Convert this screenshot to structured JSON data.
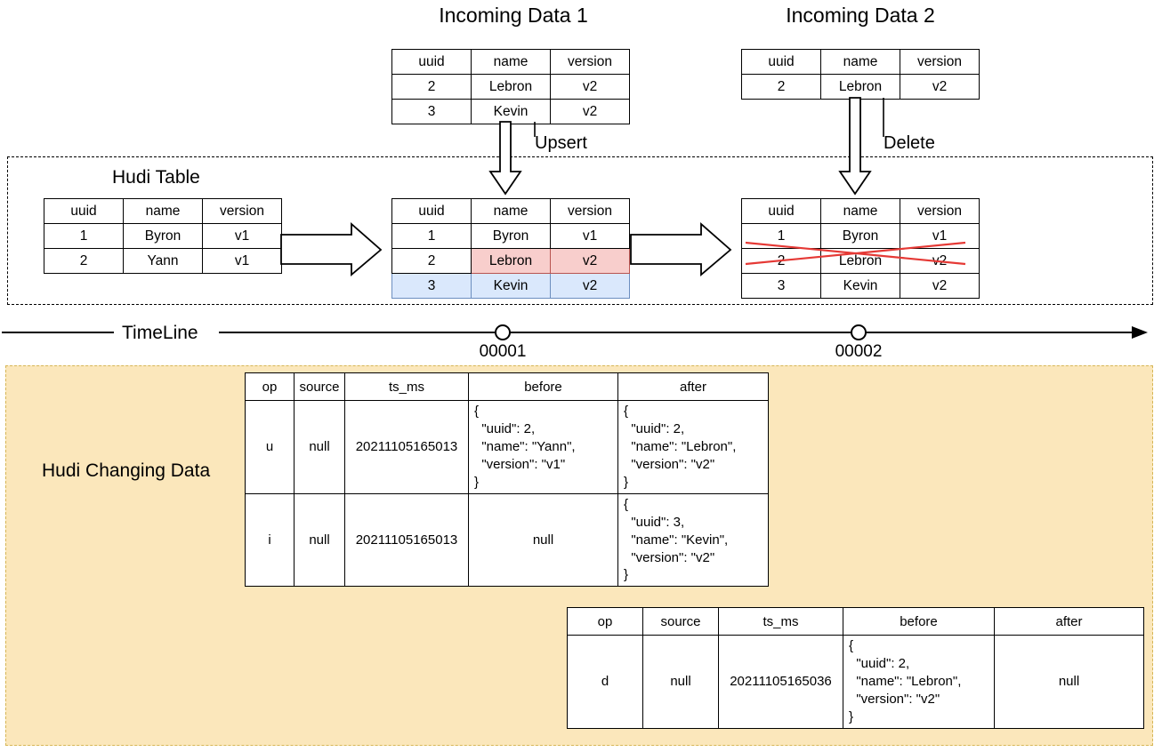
{
  "diagram": {
    "incoming1": {
      "title": "Incoming Data 1",
      "headers": [
        "uuid",
        "name",
        "version"
      ],
      "rows": [
        [
          "2",
          "Lebron",
          "v2"
        ],
        [
          "3",
          "Kevin",
          "v2"
        ]
      ],
      "action_label": "Upsert"
    },
    "incoming2": {
      "title": "Incoming Data 2",
      "headers": [
        "uuid",
        "name",
        "version"
      ],
      "rows": [
        [
          "2",
          "Lebron",
          "v2"
        ]
      ],
      "action_label": "Delete"
    },
    "hudi_table": {
      "title": "Hudi Table",
      "state_initial": {
        "headers": [
          "uuid",
          "name",
          "version"
        ],
        "rows": [
          [
            "1",
            "Byron",
            "v1"
          ],
          [
            "2",
            "Yann",
            "v1"
          ]
        ]
      },
      "state_after_upsert": {
        "headers": [
          "uuid",
          "name",
          "version"
        ],
        "rows": [
          [
            "1",
            "Byron",
            "v1"
          ],
          [
            "2",
            "Lebron",
            "v2"
          ],
          [
            "3",
            "Kevin",
            "v2"
          ]
        ],
        "row_highlight": [
          "none",
          "updated",
          "inserted"
        ]
      },
      "state_after_delete": {
        "headers": [
          "uuid",
          "name",
          "version"
        ],
        "rows": [
          [
            "1",
            "Byron",
            "v1"
          ],
          [
            "2",
            "Lebron",
            "v2"
          ],
          [
            "3",
            "Kevin",
            "v2"
          ]
        ],
        "row_struck": [
          "none",
          "deleted",
          "none"
        ]
      }
    },
    "timeline": {
      "label": "TimeLine",
      "markers": [
        "00001",
        "00002"
      ]
    },
    "changing_data": {
      "label": "Hudi Changing Data",
      "headers": [
        "op",
        "source",
        "ts_ms",
        "before",
        "after"
      ],
      "commit_00001_rows": [
        {
          "op": "u",
          "source": "null",
          "ts_ms": "20211105165013",
          "before": "{\n  \"uuid\": 2,\n  \"name\": \"Yann\",\n  \"version\": \"v1\"\n}",
          "after": "{\n  \"uuid\": 2,\n  \"name\": \"Lebron\",\n  \"version\": \"v2\"\n}"
        },
        {
          "op": "i",
          "source": "null",
          "ts_ms": "20211105165013",
          "before": "null",
          "after": "{\n  \"uuid\": 3,\n  \"name\": \"Kevin\",\n  \"version\": \"v2\"\n}"
        }
      ],
      "commit_00002_rows": [
        {
          "op": "d",
          "source": "null",
          "ts_ms": "20211105165036",
          "before": "{\n  \"uuid\": 2,\n  \"name\": \"Lebron\",\n  \"version\": \"v2\"\n}",
          "after": "null"
        }
      ]
    },
    "colors": {
      "updated_fill": "#f8cecc",
      "updated_stroke": "#b85450",
      "inserted_fill": "#dae8fc",
      "inserted_stroke": "#6c8ebf",
      "changing_data_fill": "#fbe7bb",
      "changing_data_stroke": "#d6b656",
      "delete_mark": "#e53935",
      "outline": "#000000"
    }
  }
}
